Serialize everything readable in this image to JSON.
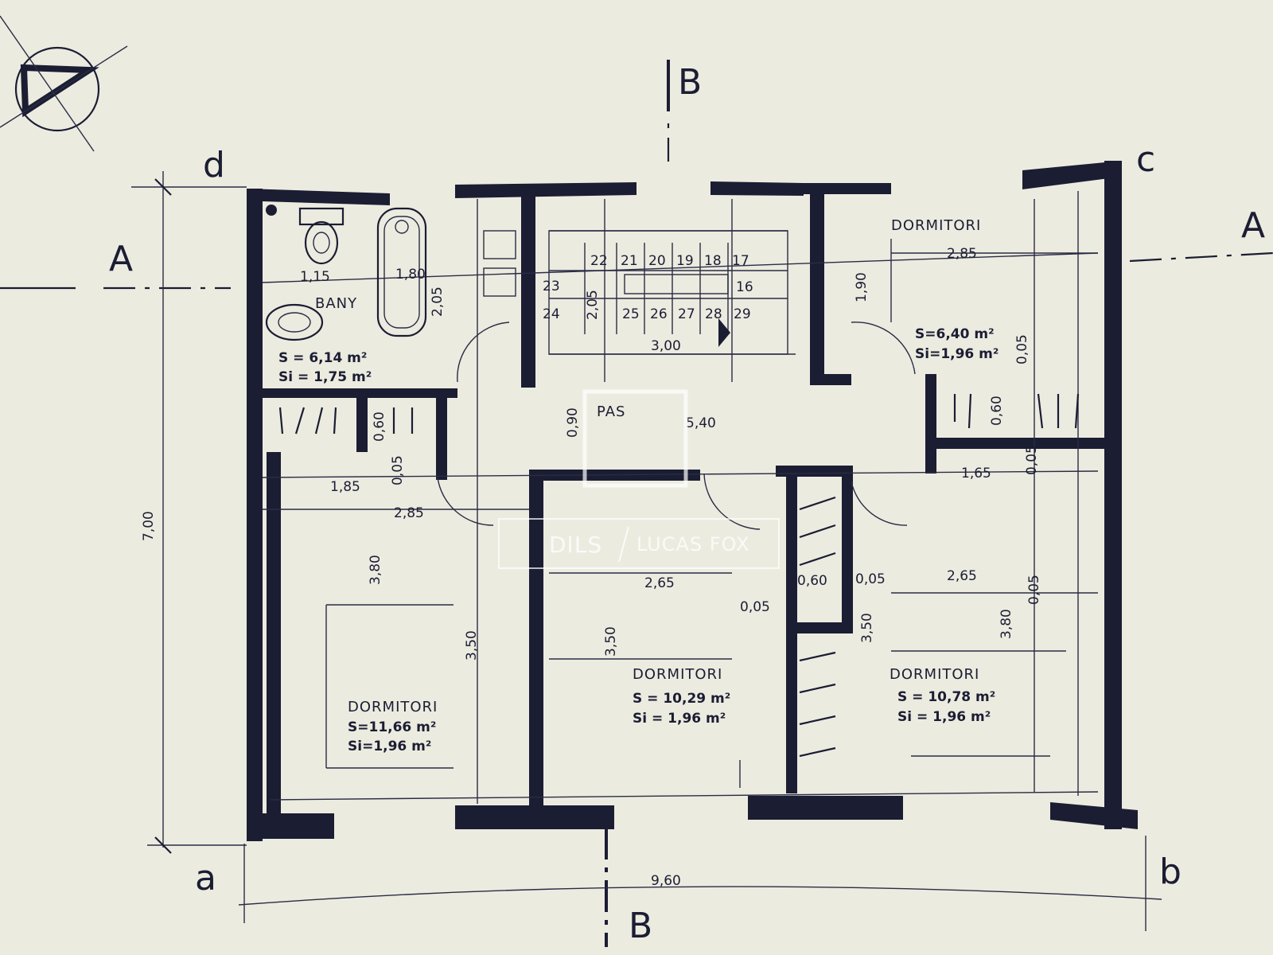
{
  "axes": {
    "A": "A",
    "B": "B",
    "a": "a",
    "b": "b",
    "c": "c",
    "d": "d"
  },
  "overall": {
    "width": "9,60",
    "depth": "7,00"
  },
  "rooms": {
    "bany": {
      "name": "BANY",
      "s": "S = 6,14 m²",
      "si": "Si = 1,75 m²",
      "d1": "1,15",
      "d2": "1,80",
      "d3": "2,05"
    },
    "stairs": {
      "steps_top": [
        "22",
        "21",
        "20",
        "19",
        "18",
        "17"
      ],
      "s23": "23",
      "s24": "24",
      "s16": "16",
      "steps_bottom": [
        "25",
        "26",
        "27",
        "28",
        "29"
      ],
      "d_len": "3,00",
      "d_w": "2,05"
    },
    "dorm_ne": {
      "name": "DORMITORI",
      "s": "S=6,40 m²",
      "si": "Si=1,96 m²",
      "w": "2,85",
      "h": "1,90",
      "d1": "0,05",
      "d2": "0,60",
      "d3": "0,05"
    },
    "pas": {
      "name": "PAS",
      "w": "5,40",
      "h": "0,90"
    },
    "dorm_w": {
      "name": "DORMITORI",
      "s": "S=11,66 m²",
      "si": "Si=1,96 m²",
      "d1": "1,85",
      "d2": "2,85",
      "d3": "3,80",
      "d4": "3,50",
      "d5": "0,60",
      "d6": "0,05"
    },
    "dorm_mid": {
      "name": "DORMITORI",
      "s": "S = 10,29 m²",
      "si": "Si = 1,96 m²",
      "w": "2,65",
      "h": "3,50",
      "d1": "0,05"
    },
    "closet": {
      "d1": "0,60",
      "d2": "0,05"
    },
    "dorm_se": {
      "name": "DORMITORI",
      "s": "S = 10,78 m²",
      "si": "Si = 1,96 m²",
      "w": "2,65",
      "h": "3,80",
      "h2": "3,50",
      "d1": "1,65",
      "d2": "0,05"
    }
  },
  "watermark": {
    "left": "DILS",
    "right": "LUCAS FOX"
  }
}
